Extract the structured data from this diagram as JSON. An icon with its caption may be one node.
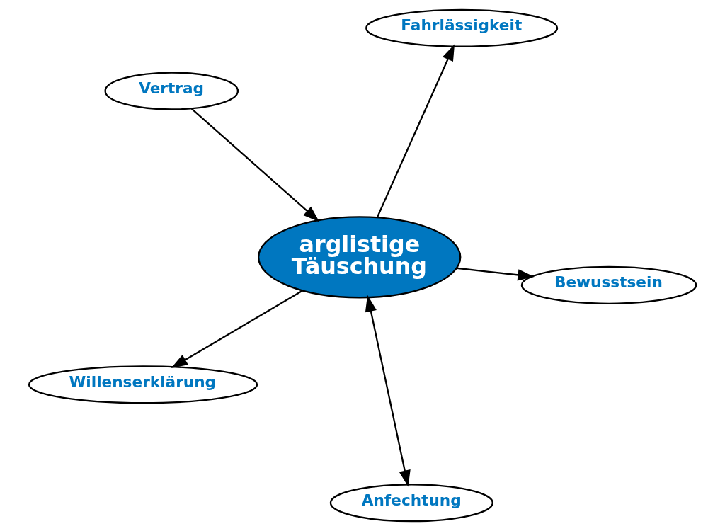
{
  "diagram": {
    "nodes": [
      {
        "text": [
          "Vertrag"
        ]
      },
      {
        "text": [
          "Bewusstsein"
        ]
      },
      {
        "text": [
          "Anfechtung"
        ]
      },
      {
        "text": [
          "arglistige Täuschung"
        ]
      },
      {
        "text": [
          "Fahrlässigkeit"
        ]
      },
      {
        "text": [
          "Willenserklärung"
        ]
      }
    ],
    "edges": [
      {
        "from": 0,
        "to": 3,
        "arrow": "to"
      },
      {
        "from": 3,
        "to": 1,
        "arrow": "to"
      },
      {
        "from": 2,
        "to": 3,
        "arrow": "both"
      },
      {
        "from": 3,
        "to": 5,
        "arrow": "to"
      },
      {
        "from": 3,
        "to": 4,
        "arrow": "to"
      }
    ]
  }
}
